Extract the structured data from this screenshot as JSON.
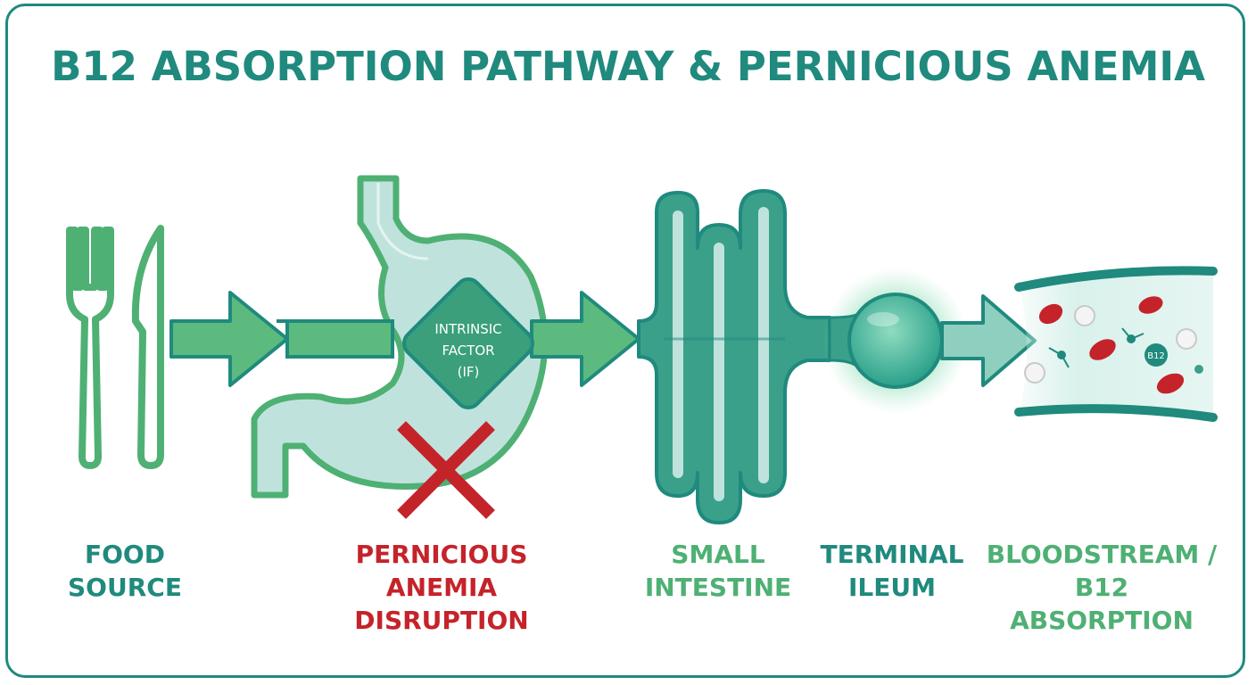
{
  "title": "B12 ABSORPTION PATHWAY & PERNICIOUS ANEMIA",
  "stomach_label": {
    "line1": "INTRINSIC",
    "line2": "FACTOR",
    "line3": "(IF)"
  },
  "vessel_badge": "B12",
  "stages": [
    {
      "line1": "FOOD",
      "line2": "SOURCE"
    },
    {
      "line1": "PERNICIOUS",
      "line2": "ANEMIA",
      "line3": "DISRUPTION"
    },
    {
      "line1": "SMALL",
      "line2": "INTESTINE"
    },
    {
      "line1": "TERMINAL",
      "line2": "ILEUM"
    },
    {
      "line1": "BLOODSTREAM /",
      "line2": "B12 ABSORPTION"
    }
  ],
  "colors": {
    "teal": "#1f8a7d",
    "green": "#4fb074",
    "light_teal": "#bfe3dc",
    "red": "#c5232a",
    "frame": "#1f8a7d"
  },
  "icons": [
    "fork-icon",
    "knife-icon",
    "stomach-icon",
    "intestine-icon",
    "ileum-icon",
    "blood-vessel-icon",
    "red-x-icon"
  ]
}
